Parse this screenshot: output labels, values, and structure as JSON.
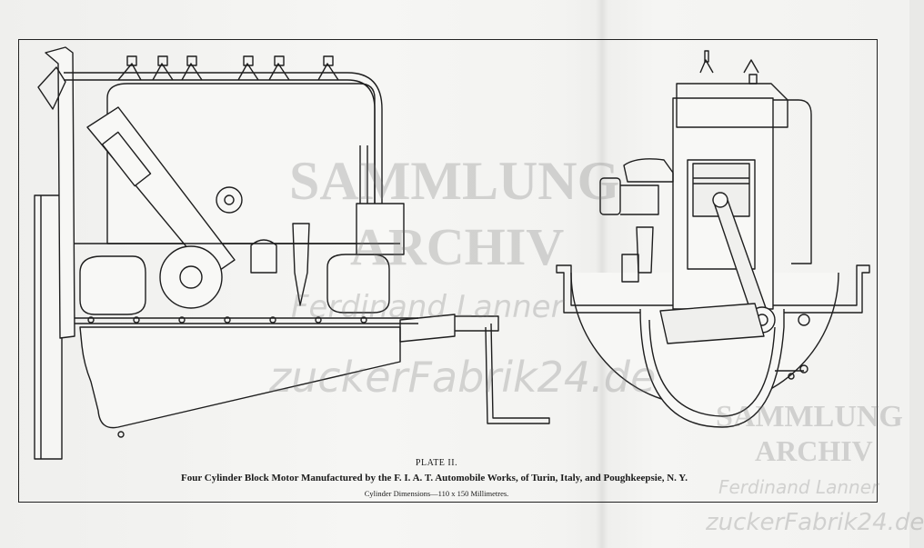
{
  "plate": {
    "label": "PLATE II.",
    "title": "Four Cylinder Block Motor Manufactured by the F. I. A. T. Automobile Works, of Turin, Italy, and Poughkeepsie, N. Y.",
    "subtitle": "Cylinder Dimensions—110 x 150 Millimetres."
  },
  "watermarks": {
    "center_line1": "SAMMLUNG",
    "center_line2": "ARCHIV",
    "center_line3": "Ferdinand Lanner",
    "center_line4": "zuckerFabrik24.de",
    "corner_line1": "SAMMLUNG",
    "corner_line2": "ARCHIV",
    "corner_line3": "Ferdinand Lanner",
    "corner_line4": "zuckerFabrik24.de"
  },
  "colors": {
    "ink": "#1e1e1e",
    "paper": "#f4f4f2",
    "watermark": "#9a9a9a"
  }
}
